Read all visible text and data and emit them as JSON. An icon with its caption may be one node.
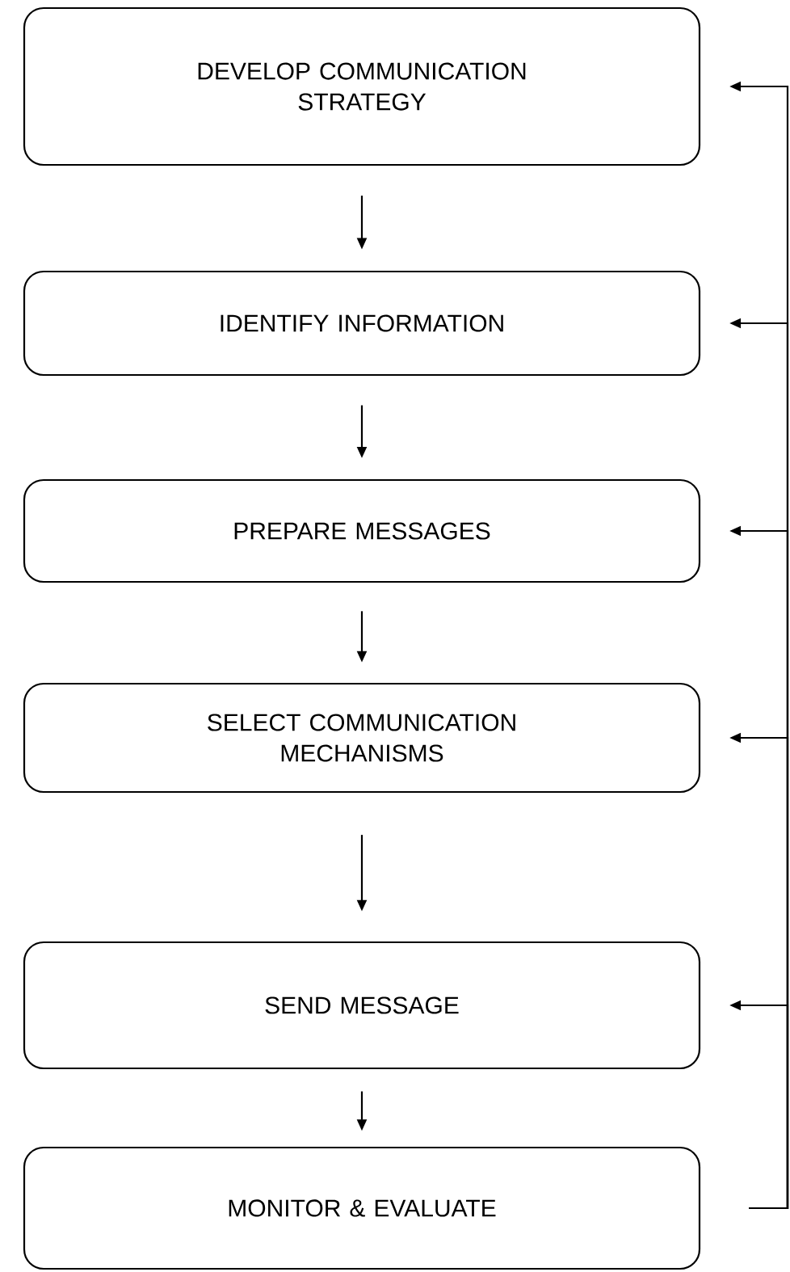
{
  "diagram": {
    "nodes": [
      {
        "text": [
          "DEVELOP COMMUNICATION STRATEGY"
        ]
      },
      {
        "text": [
          "IDENTIFY INFORMATION"
        ]
      },
      {
        "text": [
          "PREPARE MESSAGES"
        ]
      },
      {
        "text": [
          "SELECT COMMUNICATION MECHANISMS"
        ]
      },
      {
        "text": [
          "SEND MESSAGE"
        ]
      },
      {
        "text": [
          "MONITOR & EVALUATE"
        ]
      }
    ],
    "edges": [
      {
        "from": 0,
        "to": 1,
        "arrow": "to"
      },
      {
        "from": 1,
        "to": 2,
        "arrow": "to"
      },
      {
        "from": 2,
        "to": 3,
        "arrow": "to"
      },
      {
        "from": 3,
        "to": 4,
        "arrow": "to"
      },
      {
        "from": 4,
        "to": 5,
        "arrow": "to"
      },
      {
        "from": 5,
        "to": 0,
        "arrow": "to"
      },
      {
        "from": 5,
        "to": 1,
        "arrow": "to"
      },
      {
        "from": 5,
        "to": 2,
        "arrow": "to"
      },
      {
        "from": 5,
        "to": 3,
        "arrow": "to"
      },
      {
        "from": 5,
        "to": 4,
        "arrow": "to"
      }
    ]
  }
}
